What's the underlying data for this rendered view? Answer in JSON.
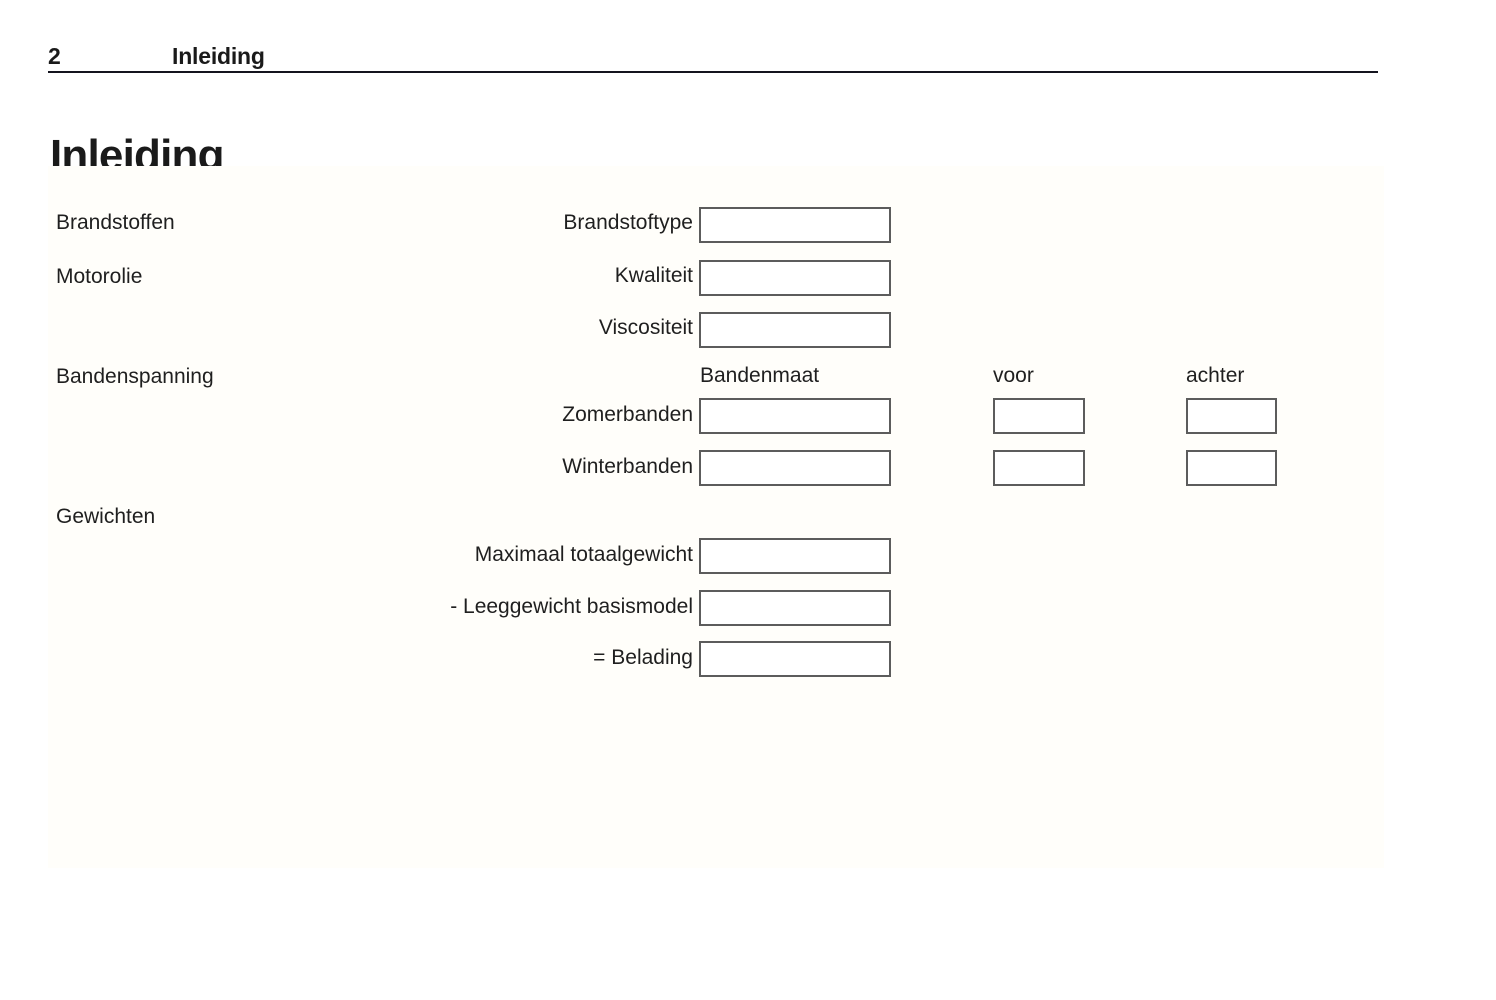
{
  "header": {
    "folio": "2",
    "running_title": "Inleiding"
  },
  "chapter_title": "Inleiding",
  "sections": [
    {
      "name": "fuels",
      "label": "Brandstoffen",
      "rows": [
        {
          "name": "fuel-type",
          "label": "Brandstoftype",
          "value": ""
        }
      ]
    },
    {
      "name": "engine-oil",
      "label": "Motorolie",
      "rows": [
        {
          "name": "quality",
          "label": "Kwaliteit",
          "value": ""
        },
        {
          "name": "viscosity",
          "label": "Viscositeit",
          "value": ""
        }
      ]
    },
    {
      "name": "tyre-pressure",
      "label": "Bandenspanning",
      "column_headers": {
        "size": "Bandenmaat",
        "front": "voor",
        "rear": "achter"
      },
      "rows": [
        {
          "name": "summer-tyres",
          "label": "Zomerbanden",
          "size": "",
          "front": "",
          "rear": ""
        },
        {
          "name": "winter-tyres",
          "label": "Winterbanden",
          "size": "",
          "front": "",
          "rear": ""
        }
      ]
    },
    {
      "name": "weights",
      "label": "Gewichten",
      "rows": [
        {
          "name": "max-total-weight",
          "label": "Maximaal totaalgewicht",
          "value": ""
        },
        {
          "name": "kerb-weight-base-model",
          "label": "- Leeggewicht basismodel",
          "value": ""
        },
        {
          "name": "payload",
          "label": "= Belading",
          "value": ""
        }
      ]
    }
  ],
  "colors": {
    "text": "#1f1f1f",
    "rule": "#14141e",
    "box_border": "#5c5c5c",
    "panel_background": "#fffefa",
    "page_background": "#ffffff"
  }
}
